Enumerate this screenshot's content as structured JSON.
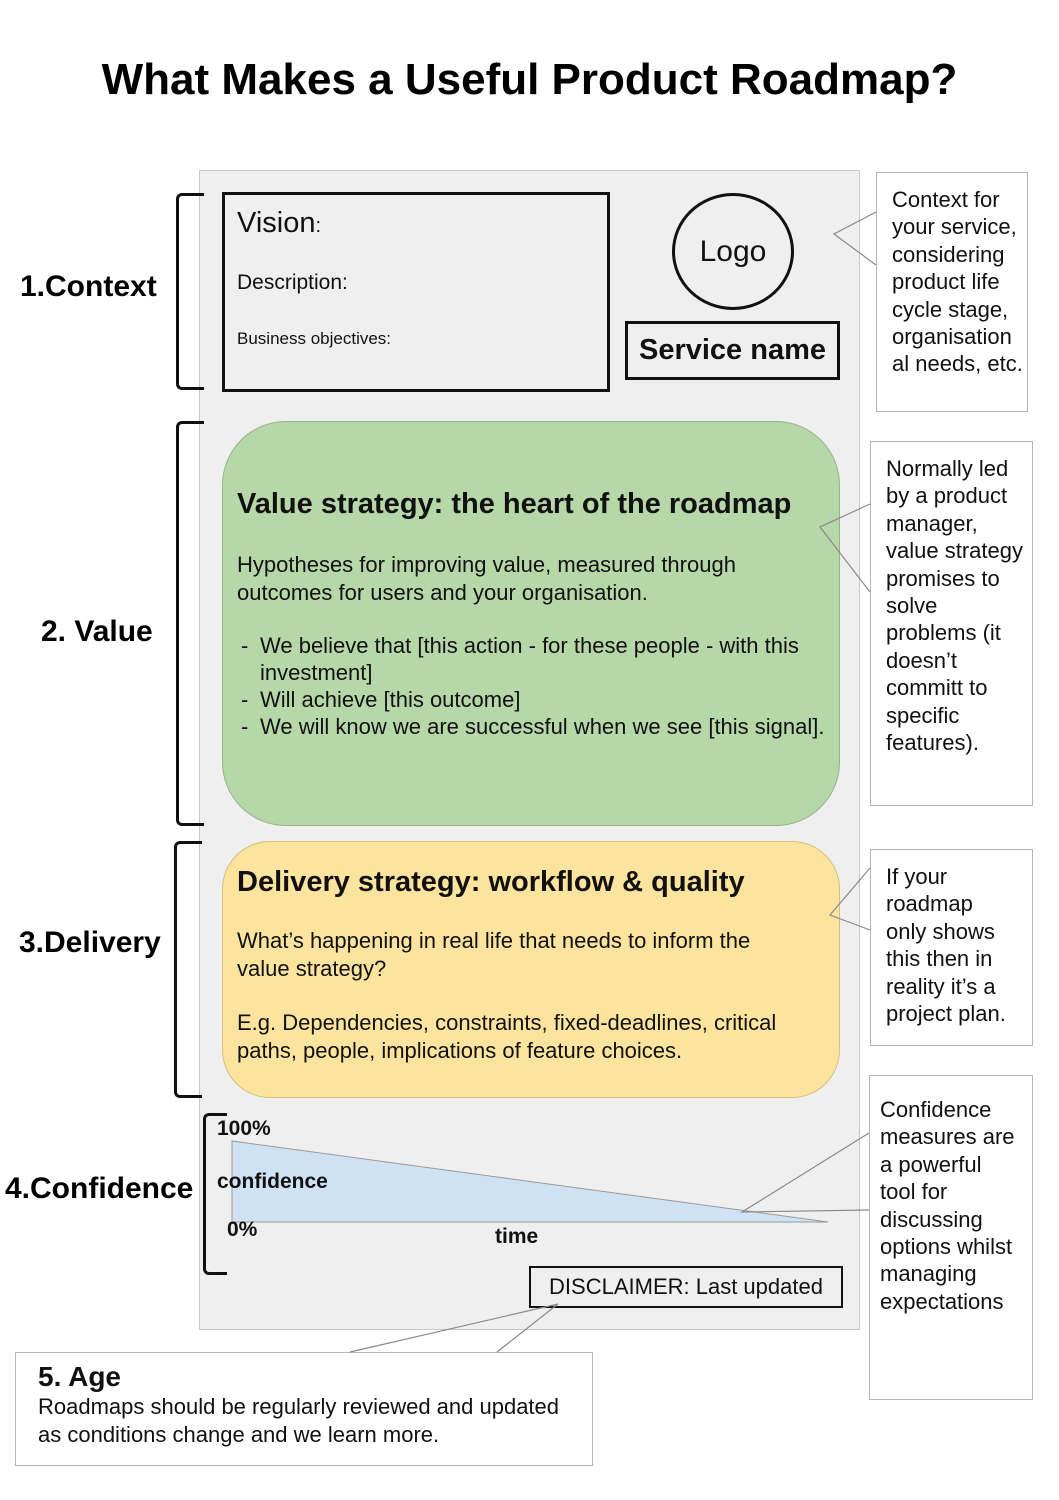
{
  "title": "What Makes a Useful Product Roadmap?",
  "sections": {
    "context": "1.Context",
    "value": "2. Value",
    "delivery": "3.Delivery",
    "confidence": "4.Confidence"
  },
  "context_box": {
    "vision": "Vision",
    "vision_colon": ":",
    "description": "Description:",
    "objectives": "Business objectives:",
    "logo": "Logo",
    "service_name": "Service name"
  },
  "value_box": {
    "title": "Value strategy: the heart of the roadmap",
    "description": "Hypotheses for improving value, measured through outcomes for users and your organisation.",
    "bullets": [
      "We believe that  [this action - for these people - with this investment]",
      "Will achieve [this outcome]",
      "We will know we are successful when we see [this signal]."
    ]
  },
  "delivery_box": {
    "title": "Delivery strategy: workflow & quality",
    "description": "What’s happening in real life that needs to inform the value strategy?",
    "example": "E.g. Dependencies, constraints, fixed-deadlines, critical paths, people, implications of feature choices."
  },
  "confidence_chart": {
    "top_label": "100%",
    "axis_label": "confidence",
    "bottom_label": "0%",
    "x_label": "time",
    "fill_color": "#cfe2f3"
  },
  "disclaimer": "DISCLAIMER: Last updated",
  "notes": {
    "context": "Context for your service, considering product life cycle stage, organisation al needs, etc.",
    "value": "Normally led by a product manager, value strategy promises to solve problems (it doesn’t committ to specific features).",
    "delivery": "If your roadmap only shows this then in reality it’s a project plan.",
    "confidence": "Confidence measures are a powerful tool for discussing options whilst managing expectations"
  },
  "age": {
    "title": "5. Age",
    "text": "Roadmaps should be regularly reviewed and updated as conditions change and we learn more."
  }
}
